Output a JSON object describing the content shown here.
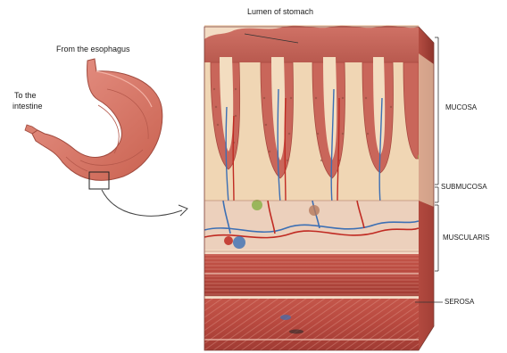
{
  "labels": {
    "lumen": "Lumen of stomach",
    "from_esophagus": "From the esophagus",
    "to_intestine_1": "To the",
    "to_intestine_2": "intestine",
    "mucosa": "MUCOSA",
    "submucosa": "SUBMUCOSA",
    "muscularis": "MUSCULARIS",
    "serosa": "SEROSA"
  },
  "colors": {
    "stomach": "#d9796a",
    "mucosa_top": "#c8645a",
    "mucosa_inner": "#f0d6b4",
    "submucosa": "#e8c8b0",
    "muscle": "#b8493f",
    "muscle_light": "#d9897a",
    "vessel_blue": "#3c6fb4",
    "vessel_red": "#c02a22",
    "gland_green": "#8cb24a"
  },
  "icons": [
    "stomach-illustration",
    "zoom-arrow-icon",
    "tissue-block-illustration"
  ]
}
